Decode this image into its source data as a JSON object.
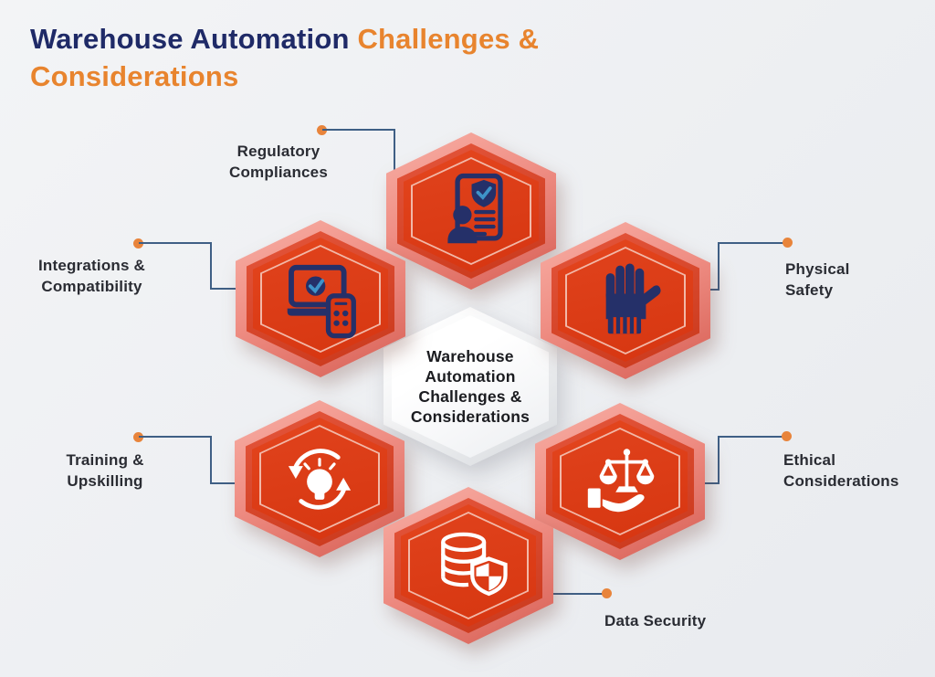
{
  "title": {
    "text_primary": "Warehouse Automation",
    "text_accent_line1": "Challenges &",
    "text_accent_line2": "Considerations"
  },
  "center_hexagon": {
    "label": "Warehouse\nAutomation\nChallenges &\nConsiderations"
  },
  "nodes": [
    {
      "label": "Regulatory\nCompliances",
      "icon": "person-document-shield-icon"
    },
    {
      "label": "Integrations &\nCompatibility",
      "icon": "laptop-phone-check-icon"
    },
    {
      "label": "Physical\nSafety",
      "icon": "safety-glove-icon"
    },
    {
      "label": "Training &\nUpskilling",
      "icon": "lightbulb-cycle-icon"
    },
    {
      "label": "Ethical\nConsiderations",
      "icon": "hand-balance-scale-icon"
    },
    {
      "label": "Data Security",
      "icon": "database-shield-icon"
    }
  ],
  "colors": {
    "background": "#eef0f3",
    "title_navy": "#1f2a67",
    "title_orange": "#e8842e",
    "hex_outer_salmon": "#ef8e84",
    "hex_inner_red": "#d93711",
    "icon_navy": "#253069",
    "icon_white": "#ffffff",
    "label_text": "#2a2c33",
    "connector_line": "#3f5f85",
    "connector_dot": "#e8843b"
  }
}
